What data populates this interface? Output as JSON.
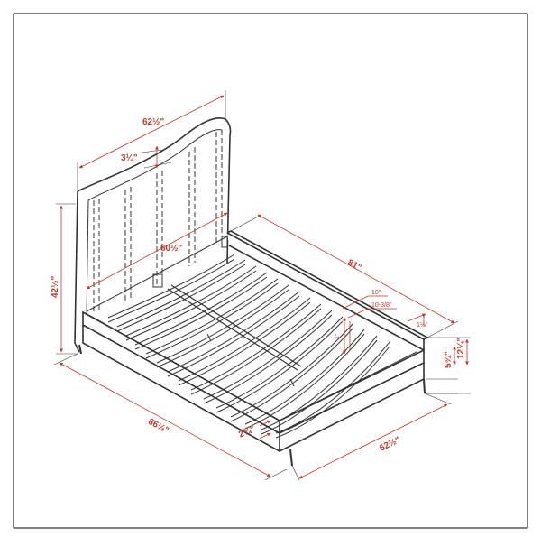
{
  "dimensions": {
    "headboard_width": "62½\"",
    "headboard_dip": "3¼\"",
    "inner_width": "60½\"",
    "total_height": "42½\"",
    "total_length": "86½\"",
    "rail_length": "81\"",
    "base_width": "62½\"",
    "side_rail_height": "2¾\"",
    "slat_spacing_a": "10\"",
    "slat_spacing_b": "10-3/8\"",
    "slat_thickness": "1\"",
    "slat_width": "1⅛\"",
    "leg_height": "5¾\"",
    "footboard_height": "12¼\""
  },
  "colors": {
    "dimension": "#c0392b",
    "frame": "#333333",
    "border": "#000000"
  }
}
